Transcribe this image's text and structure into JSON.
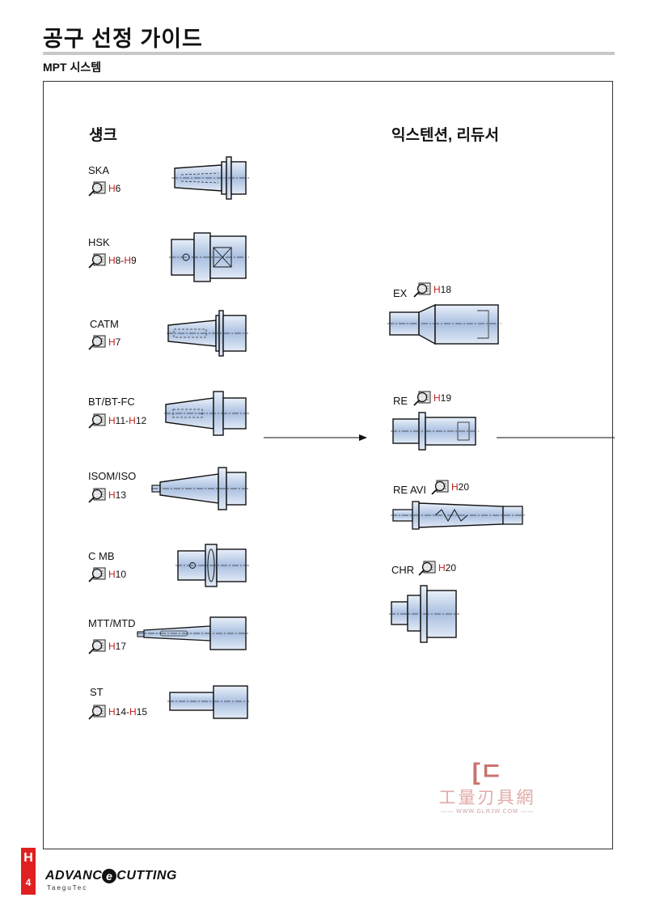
{
  "header": {
    "title": "공구 선정 가이드",
    "subtitle": "MPT 시스템"
  },
  "sections": {
    "left": "섕크",
    "right": "익스텐션, 리듀서"
  },
  "shanks": [
    {
      "name": "SKA",
      "ref_a": "H",
      "ref_a_num": "6",
      "ref_sep": "",
      "ref_b": "",
      "ref_b_num": ""
    },
    {
      "name": "HSK",
      "ref_a": "H",
      "ref_a_num": "8",
      "ref_sep": "-",
      "ref_b": "H",
      "ref_b_num": "9"
    },
    {
      "name": "CATM",
      "ref_a": "H",
      "ref_a_num": "7",
      "ref_sep": "",
      "ref_b": "",
      "ref_b_num": ""
    },
    {
      "name": "BT/BT-FC",
      "ref_a": "H",
      "ref_a_num": "11",
      "ref_sep": "-",
      "ref_b": "H",
      "ref_b_num": "12"
    },
    {
      "name": "ISOM/ISO",
      "ref_a": "H",
      "ref_a_num": "13",
      "ref_sep": "",
      "ref_b": "",
      "ref_b_num": ""
    },
    {
      "name": "C MB",
      "ref_a": "H",
      "ref_a_num": "10",
      "ref_sep": "",
      "ref_b": "",
      "ref_b_num": ""
    },
    {
      "name": "MTT/MTD",
      "ref_a": "H",
      "ref_a_num": "17",
      "ref_sep": "",
      "ref_b": "",
      "ref_b_num": ""
    },
    {
      "name": "ST",
      "ref_a": "H",
      "ref_a_num": "14",
      "ref_sep": "-",
      "ref_b": "H",
      "ref_b_num": "15"
    }
  ],
  "extensions": [
    {
      "name": "EX",
      "ref_a": "H",
      "ref_a_num": "18"
    },
    {
      "name": "RE",
      "ref_a": "H",
      "ref_a_num": "19"
    },
    {
      "name": "RE AVI",
      "ref_a": "H",
      "ref_a_num": "20"
    },
    {
      "name": "CHR",
      "ref_a": "H",
      "ref_a_num": "20"
    }
  ],
  "icons": {
    "reference": "magnifier-book-icon",
    "arrow": "arrow-right-icon"
  },
  "watermark": {
    "logo": "[ㄷ",
    "chinese": "工量刃具網",
    "url": "—— WWW.GLRJW.COM ——"
  },
  "footer": {
    "tab_letter": "H",
    "page_number": "4",
    "brand_a": "ADVANC",
    "brand_e": "e",
    "brand_b": "CUTTING",
    "brand_sub": "TaeguTec"
  },
  "colors": {
    "tool_fill": "#b9cbe6",
    "accent_red": "#c0201a",
    "tab_red": "#e02020"
  }
}
